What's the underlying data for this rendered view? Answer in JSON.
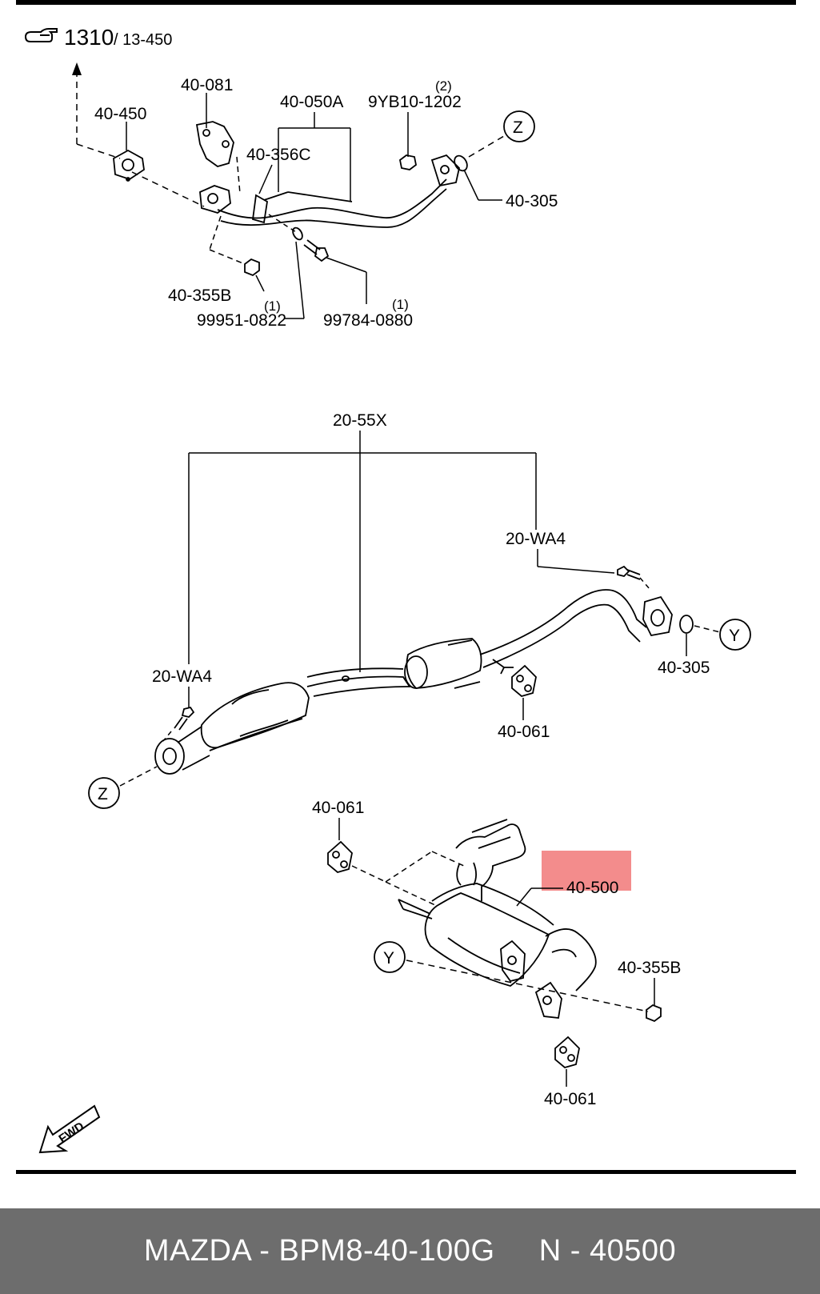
{
  "reference": {
    "main": "1310",
    "sub": "/ 13-450"
  },
  "top_section": {
    "labels": {
      "p40_450": "40-450",
      "p40_081": "40-081",
      "p40_050a": "40-050A",
      "p9yb10_1202": "9YB10-1202",
      "q2": "(2)",
      "p40_356c": "40-356C",
      "p40_305": "40-305",
      "p40_355b": "40-355B",
      "p99951_0822": "99951-0822",
      "q1a": "(1)",
      "p99784_0880": "99784-0880",
      "q1b": "(1)"
    },
    "ref_circle": "Z"
  },
  "middle_section": {
    "labels": {
      "p20_55x": "20-55X",
      "p20_wa4_right": "20-WA4",
      "p20_wa4_left": "20-WA4",
      "p40_305": "40-305",
      "p40_061": "40-061"
    },
    "ref_circle_right": "Y",
    "ref_circle_left": "Z"
  },
  "bottom_section": {
    "labels": {
      "p40_061_top": "40-061",
      "p40_500": "40-500",
      "p40_355b": "40-355B",
      "p40_061_bottom": "40-061"
    },
    "ref_circle": "Y",
    "highlight_color": "#f28080"
  },
  "fwd_arrow": "FWD",
  "footer": {
    "text": "MAZDA - BPM8-40-100G     N - 40500"
  }
}
